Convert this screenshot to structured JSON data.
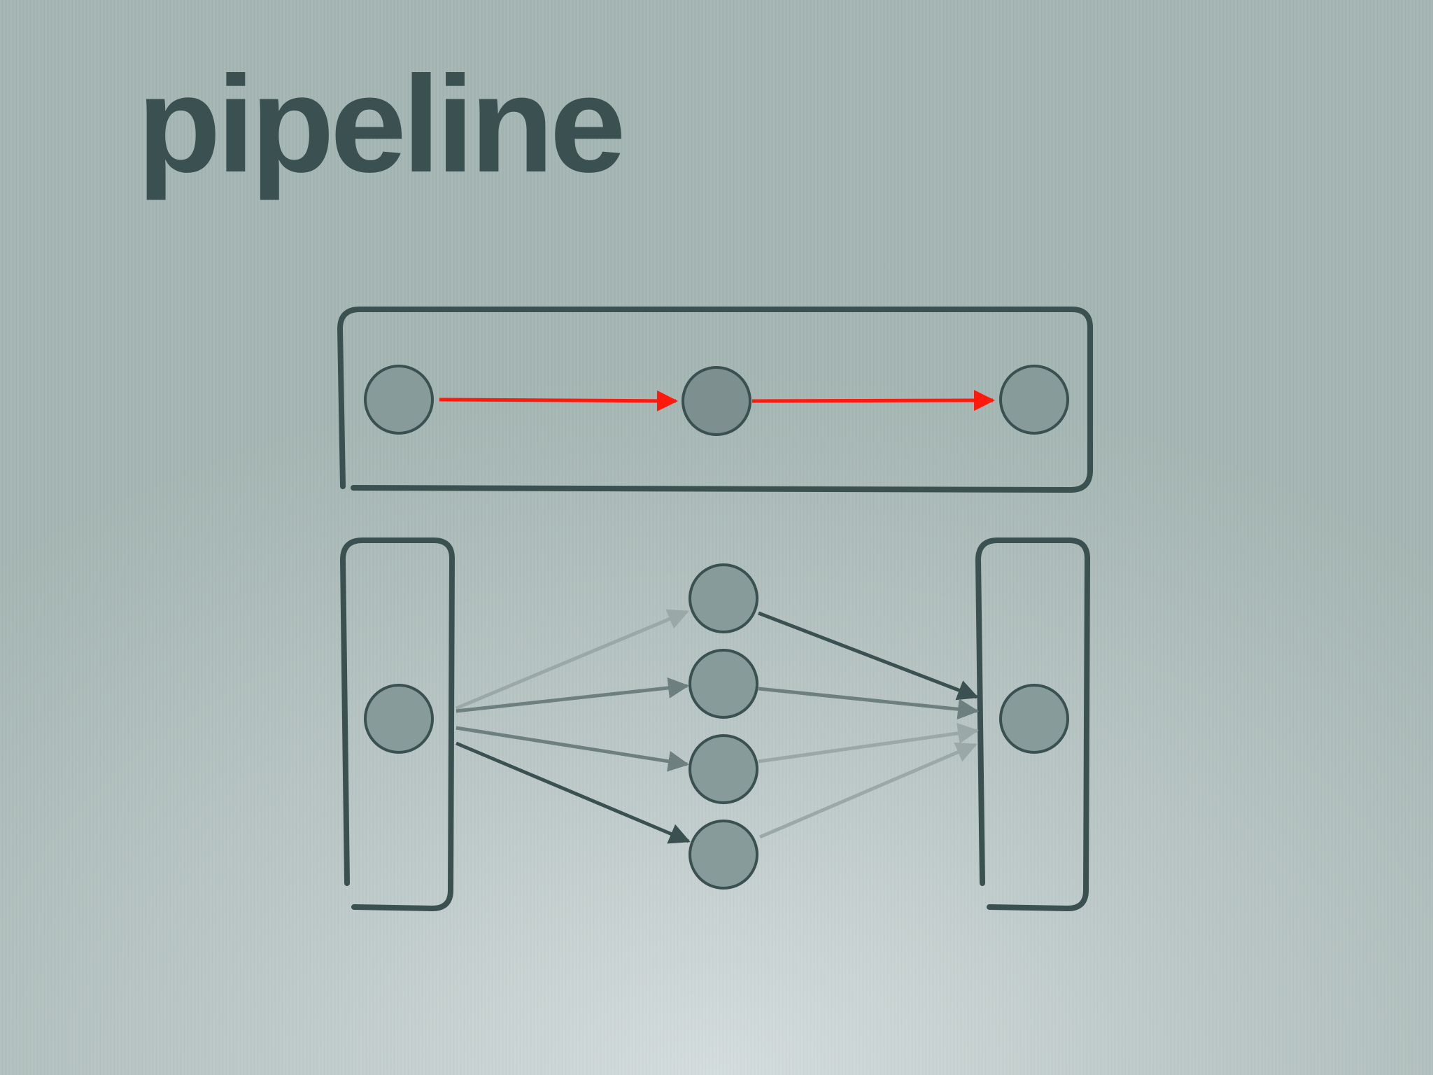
{
  "slide": {
    "title": "pipeline"
  },
  "colors": {
    "stroke": "#3a5051",
    "node_fill": "#879c9a",
    "node_fill_active": "#7d8f8e",
    "highlight": "#ff1a0e",
    "arrow_light": "#9aa9a8",
    "arrow_mid": "#6d7f7e",
    "arrow_dark": "#3a5051"
  },
  "diagram": {
    "top_group": {
      "nodes": 3,
      "edges": [
        {
          "from": 0,
          "to": 1,
          "color": "highlight"
        },
        {
          "from": 1,
          "to": 2,
          "color": "highlight"
        }
      ]
    },
    "bottom_group": {
      "source_nodes": 1,
      "middle_nodes": 4,
      "sink_nodes": 1,
      "fan_out_edges": [
        {
          "to": 0,
          "tone": "arrow_light"
        },
        {
          "to": 1,
          "tone": "arrow_mid"
        },
        {
          "to": 2,
          "tone": "arrow_mid"
        },
        {
          "to": 3,
          "tone": "arrow_dark"
        }
      ],
      "fan_in_edges": [
        {
          "from": 0,
          "tone": "arrow_dark"
        },
        {
          "from": 1,
          "tone": "arrow_mid"
        },
        {
          "from": 2,
          "tone": "arrow_light"
        },
        {
          "from": 3,
          "tone": "arrow_light"
        }
      ]
    }
  }
}
